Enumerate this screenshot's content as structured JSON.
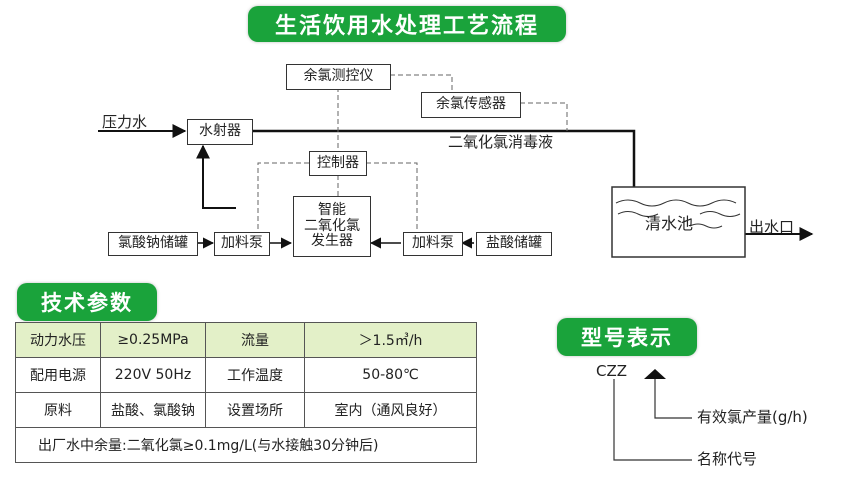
{
  "title": "生活饮用水处理工艺流程",
  "flow": {
    "pressure_water": "压力水",
    "water_jet": "水射器",
    "residual_controller": "余氯测控仪",
    "residual_sensor": "余氯传感器",
    "disinfectant_label": "二氧化氯消毒液",
    "controller": "控制器",
    "generator_line1": "智能",
    "generator_line2": "二氧化氯",
    "generator_line3": "发生器",
    "chlorate_tank": "氯酸钠储罐",
    "feed_pump_left": "加料泵",
    "feed_pump_right": "加料泵",
    "acid_tank": "盐酸储罐",
    "clear_pool": "清水池",
    "outlet": "出水口"
  },
  "specs": {
    "title": "技术参数",
    "rows": [
      [
        "动力水压",
        "≥0.25MPa",
        "流量",
        "＞1.5㎥/h"
      ],
      [
        "配用电源",
        "220V 50Hz",
        "工作温度",
        "50-80℃"
      ],
      [
        "原料",
        "盐酸、氯酸钠",
        "设置场所",
        "室内（通风良好）"
      ]
    ],
    "footer": "出厂水中余量:二氧化氯≥0.1mg/L(与水接触30分钟后)"
  },
  "model": {
    "title": "型号表示",
    "code": "CZZ",
    "output_label": "有效氯产量(g/h)",
    "name_label": "名称代号"
  }
}
